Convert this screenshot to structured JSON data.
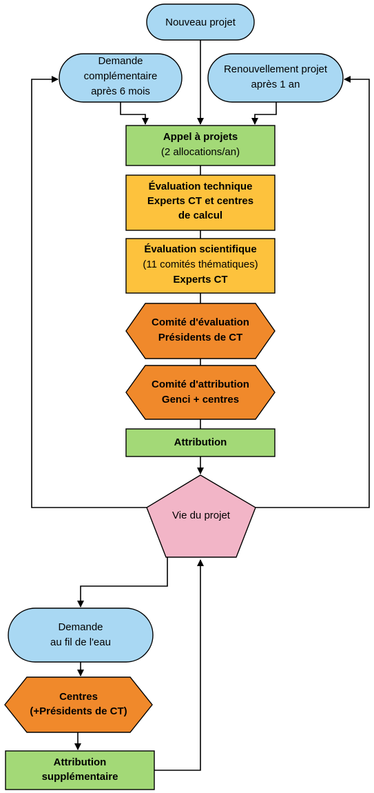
{
  "colors": {
    "terminal": "#a9d8f3",
    "process": "#a3d977",
    "evaluation": "#fdc23d",
    "committee": "#f0892b",
    "project_life": "#f2b5c7",
    "line": "#000000"
  },
  "nodes": {
    "nouveau_projet": {
      "shape": "terminal",
      "lines": [
        "Nouveau projet"
      ]
    },
    "demande_complementaire": {
      "shape": "terminal",
      "lines": [
        "Demande",
        "complémentaire",
        "après 6 mois"
      ]
    },
    "renouvellement": {
      "shape": "terminal",
      "lines": [
        "Renouvellement projet",
        "après 1 an"
      ]
    },
    "appel_projets": {
      "shape": "process",
      "lines": [
        "Appel à projets",
        "(2 allocations/an)"
      ]
    },
    "evaluation_technique": {
      "shape": "evaluation",
      "lines": [
        "Évaluation technique",
        "Experts CT et centres",
        "de calcul"
      ]
    },
    "evaluation_scientifique": {
      "shape": "evaluation",
      "lines": [
        "Évaluation scientifique",
        "(11 comités thématiques)",
        "Experts CT"
      ]
    },
    "comite_evaluation": {
      "shape": "committee",
      "lines": [
        "Comité d'évaluation",
        "Présidents de CT"
      ]
    },
    "comite_attribution": {
      "shape": "committee",
      "lines": [
        "Comité d'attribution",
        "Genci + centres"
      ]
    },
    "attribution": {
      "shape": "process",
      "lines": [
        "Attribution"
      ]
    },
    "vie_projet": {
      "shape": "project_life",
      "lines": [
        "Vie du projet"
      ]
    },
    "demande_fil_eau": {
      "shape": "terminal",
      "lines": [
        "Demande",
        "au fil de l'eau"
      ]
    },
    "centres": {
      "shape": "committee",
      "lines": [
        "Centres",
        "(+Présidents de CT)"
      ]
    },
    "attribution_supplementaire": {
      "shape": "process",
      "lines": [
        "Attribution",
        "supplémentaire"
      ]
    }
  }
}
